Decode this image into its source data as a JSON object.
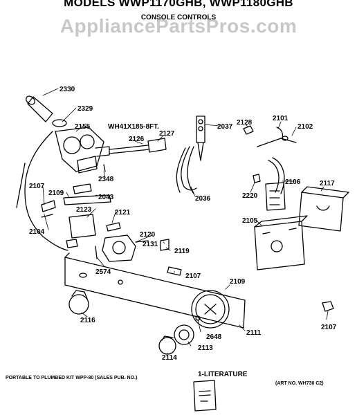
{
  "header": {
    "title": "MODELS WWP1170GHB, WWP1180GHB",
    "subtitle": "CONSOLE CONTROLS"
  },
  "watermark": "AppliancePartsPros.com",
  "part_labels": {
    "p2330": "2330",
    "p2329": "2329",
    "p2155": "2155",
    "p2127": "2127",
    "p2126": "2126",
    "p2037": "2037",
    "p2128": "2128",
    "p2101": "2101",
    "p2102": "2102",
    "p2348": "2348",
    "p2107a": "2107",
    "p2109a": "2109",
    "p2043": "2043",
    "p2036": "2036",
    "p2220": "2220",
    "p2106": "2106",
    "p2117": "2117",
    "p2123": "2123",
    "p2121": "2121",
    "p2104": "2104",
    "p2105": "2105",
    "p2120": "2120",
    "p2131": "2131",
    "p2119": "2119",
    "p2574": "2574",
    "p2107b": "2107",
    "p2109b": "2109",
    "p2116": "2116",
    "p2111": "2111",
    "p2648": "2648",
    "p2113": "2113",
    "p2114": "2114",
    "p2107c": "2107"
  },
  "wire_callout": "WH41X185-8FT.",
  "literature_label": "1-LITERATURE",
  "footer": {
    "kit_note": "PORTABLE TO PLUMBED KIT WPP-80 (SALES PUB. NO.)",
    "art_no": "(ART NO. WH730 C2)"
  }
}
